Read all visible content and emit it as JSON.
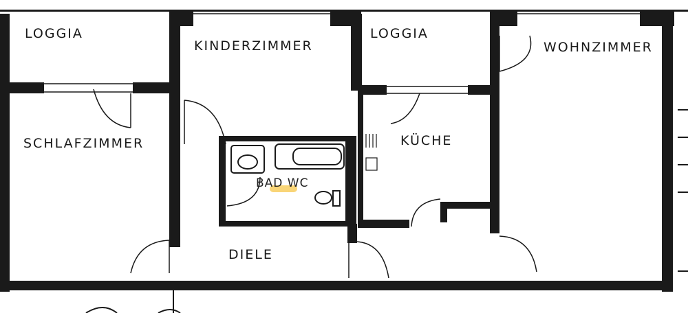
{
  "rooms": {
    "loggia_left": "LOGGIA",
    "kinderzimmer": "KINDERZIMMER",
    "loggia_right": "LOGGIA",
    "wohnzimmer": "WOHNZIMMER",
    "schlafzimmer": "SCHLAFZIMMER",
    "kueche": "KÜCHE",
    "bad_wc": "BAD WC",
    "diele": "DIELE"
  },
  "colors": {
    "wall": "#1a1a1a",
    "highlight": "#f6c33d",
    "paper": "#ffffff"
  }
}
